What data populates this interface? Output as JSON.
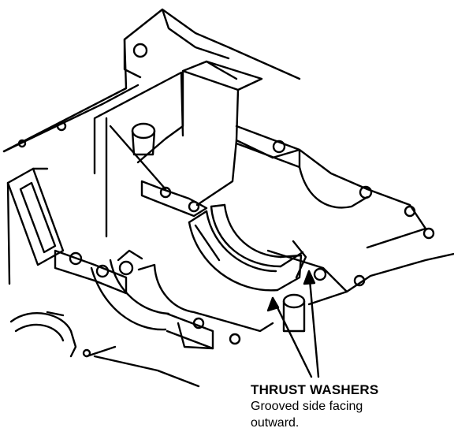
{
  "callout": {
    "title": "THRUST WASHERS",
    "note_line1": "Grooved side facing",
    "note_line2": "outward."
  }
}
